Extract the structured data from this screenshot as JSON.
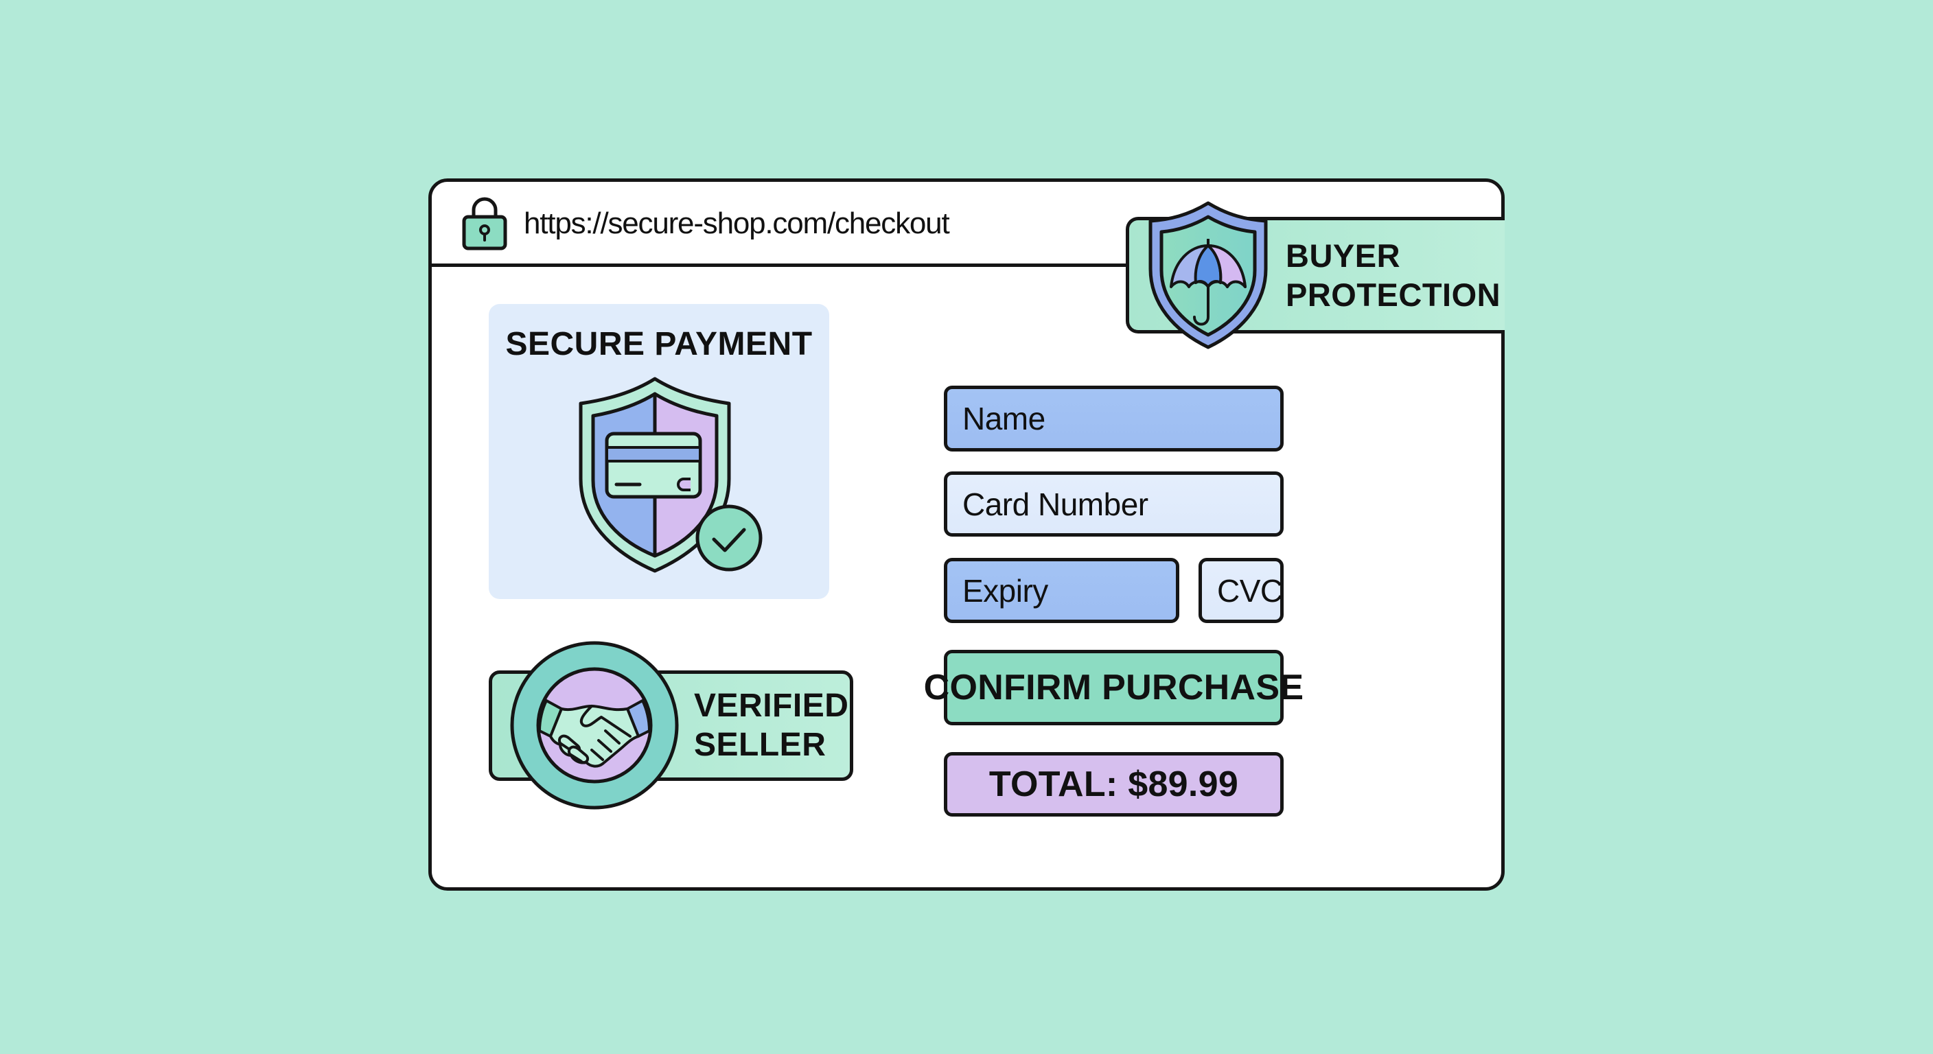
{
  "browser": {
    "url": "https://secure-shop.com/checkout",
    "lock_icon": "padlock-icon"
  },
  "buyer_protection": {
    "line1": "BUYER",
    "line2": "PROTECTION",
    "icon": "umbrella-shield-icon"
  },
  "secure_payment": {
    "title": "SECURE PAYMENT",
    "icon": "credit-card-shield-check-icon"
  },
  "verified_seller": {
    "line1": "VERIFIED",
    "line2": "SELLER",
    "icon": "handshake-badge-icon"
  },
  "form": {
    "name_placeholder": "Name",
    "card_number_placeholder": "Card Number",
    "expiry_placeholder": "Expiry",
    "cvc_placeholder": "CVC"
  },
  "actions": {
    "confirm_label": "CONFIRM PURCHASE"
  },
  "summary": {
    "total_label": "TOTAL: $89.99",
    "total_amount": "$89.99"
  },
  "colors": {
    "background": "#b3ead8",
    "mint": "#8cdcc2",
    "blue": "#9dbdf2",
    "light_blue": "#e0ecfb",
    "lavender": "#d6bfee",
    "teal": "#7fd3c9",
    "outline": "#151515"
  }
}
